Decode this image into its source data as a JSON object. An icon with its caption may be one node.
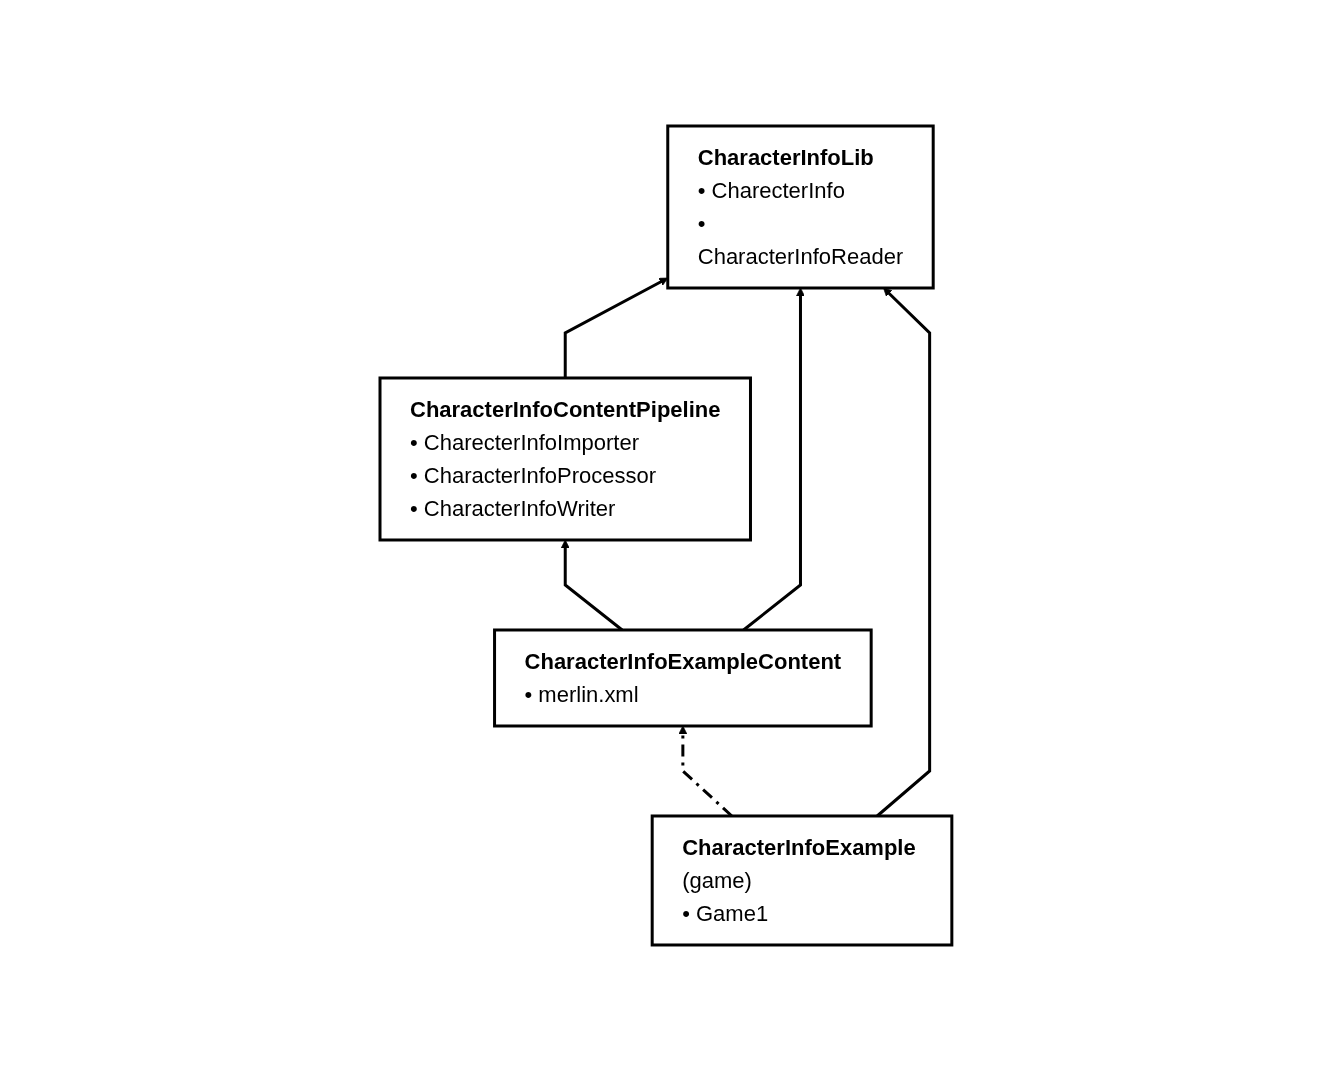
{
  "diagram": {
    "nodes": [
      {
        "text": [
          "CharacterInfoLib",
          "• CharecterInfo",
          "• CharacterInfoReader"
        ]
      },
      {
        "text": [
          "CharacterInfoContentPipeline",
          "• CharecterInfoImporter",
          "• CharacterInfoProcessor",
          "• CharacterInfoWriter"
        ]
      },
      {
        "text": [
          "CharacterInfoExampleContent",
          "• merlin.xml"
        ]
      },
      {
        "text": [
          "**CharacterInfoExample** (game)",
          "• Game1"
        ]
      }
    ],
    "edges": [
      {
        "from": 1,
        "to": 0,
        "arrow": "to"
      },
      {
        "from": 2,
        "to": 0,
        "arrow": "to"
      },
      {
        "from": 2,
        "to": 1,
        "arrow": "to"
      },
      {
        "from": 3,
        "to": 2,
        "arrow": "to",
        "style": "dashed"
      },
      {
        "from": 3,
        "to": 0,
        "arrow": "to"
      }
    ]
  }
}
